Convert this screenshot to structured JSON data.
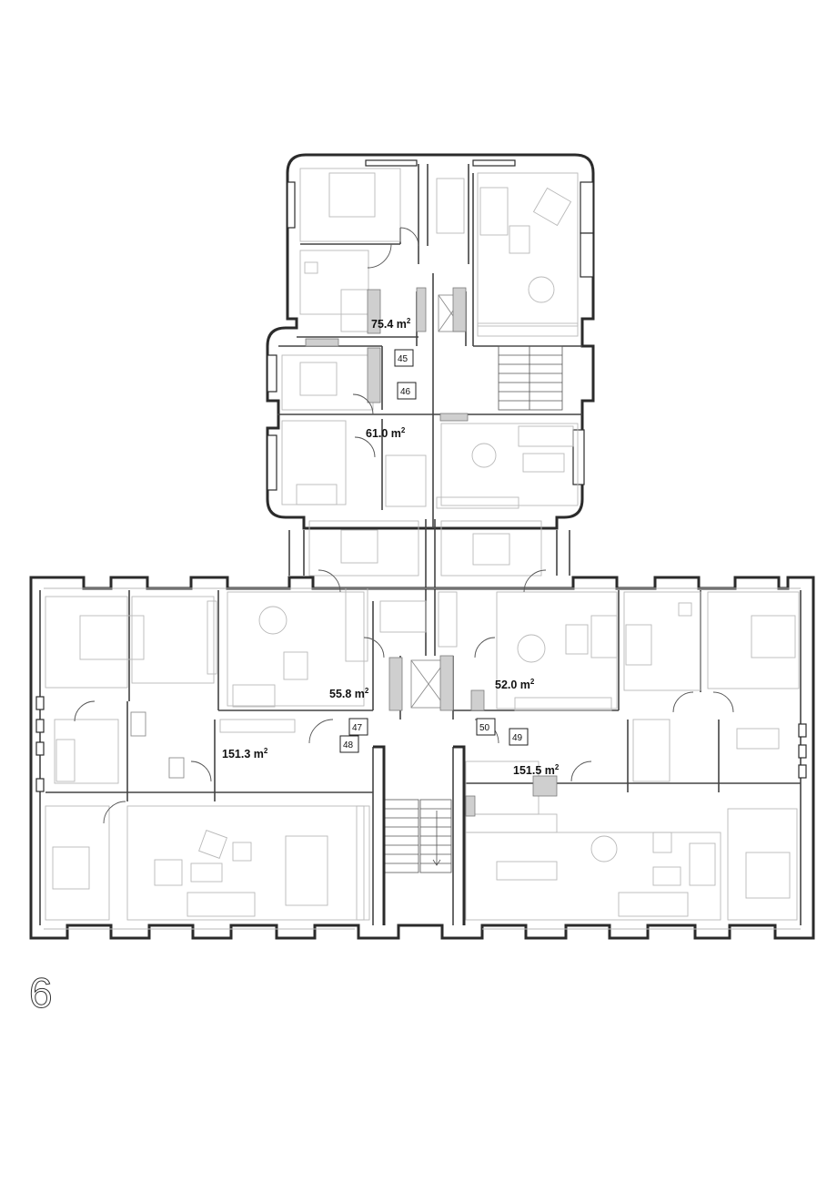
{
  "floor_number": "6",
  "apartments": [
    {
      "id": "apt-75",
      "area": "75.4 m",
      "sup": "2"
    },
    {
      "id": "apt-61",
      "area": "61.0 m",
      "sup": "2"
    },
    {
      "id": "apt-558",
      "area": "55.8 m",
      "sup": "2"
    },
    {
      "id": "apt-52",
      "area": "52.0 m",
      "sup": "2"
    },
    {
      "id": "apt-1513",
      "area": "151.3 m",
      "sup": "2"
    },
    {
      "id": "apt-1515",
      "area": "151.5 m",
      "sup": "2"
    }
  ],
  "unit_numbers": [
    "45",
    "46",
    "47",
    "48",
    "49",
    "50"
  ]
}
